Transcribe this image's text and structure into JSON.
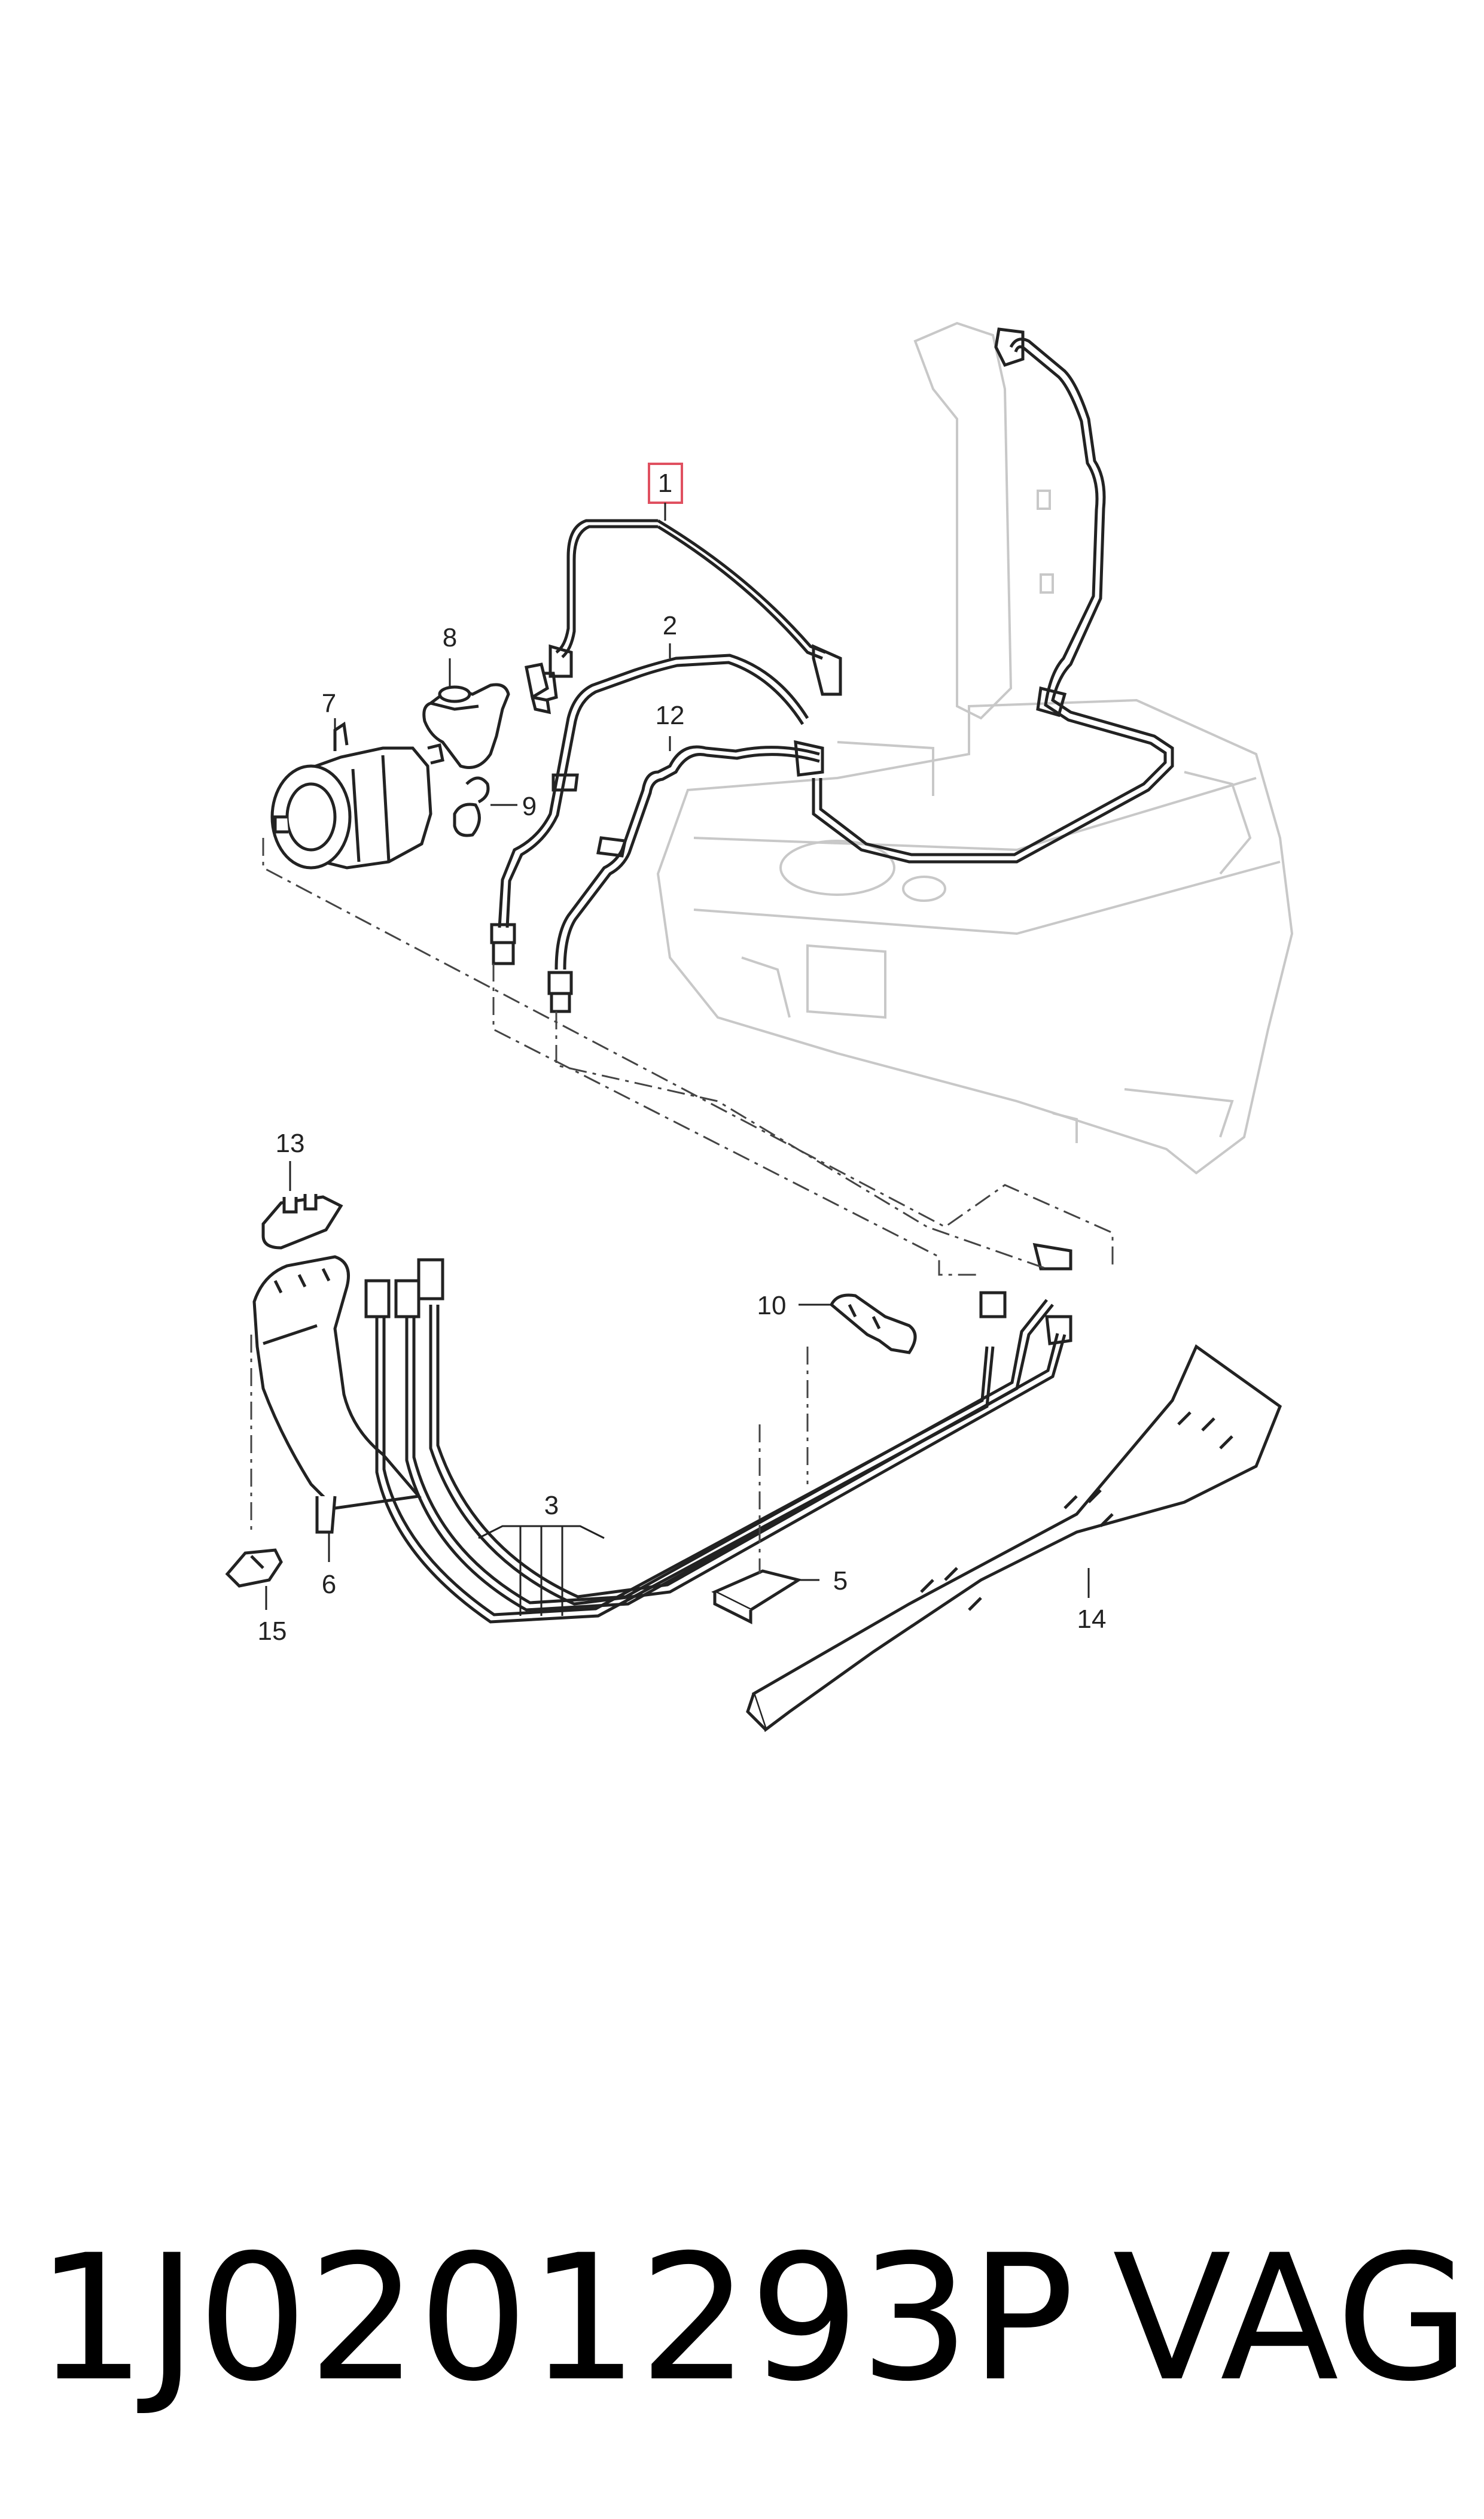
{
  "callouts": {
    "c1": "1",
    "c2": "2",
    "c3": "3",
    "c5": "5",
    "c6": "6",
    "c7": "7",
    "c8": "8",
    "c9": "9",
    "c10": "10",
    "c12": "12",
    "c13": "13",
    "c14": "14",
    "c15": "15"
  },
  "footer": {
    "part_number": "1J0201293P",
    "brand": "VAG"
  },
  "colors": {
    "highlight": "#e05060",
    "line": "#222222",
    "ghost": "#c8c8c8"
  }
}
